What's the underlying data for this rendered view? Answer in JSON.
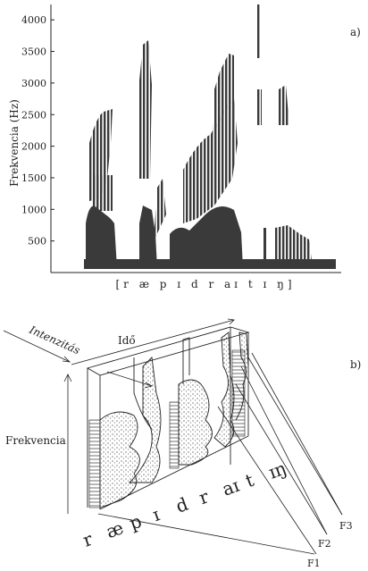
{
  "panel_a": {
    "label": "a)",
    "ylabel": "Frekvencia (Hz)",
    "yticks": [
      "500",
      "1000",
      "1500",
      "2000",
      "2500",
      "3000",
      "3500",
      "4000"
    ],
    "transcription": "[r æ p ɪ d r aɪ t ɪ ŋ]"
  },
  "panel_b": {
    "label": "b)",
    "axis_intensity": "Intenzitás",
    "axis_time": "Idő",
    "axis_frequency": "Frekvencia",
    "phonemes": [
      "r",
      "æ",
      "p",
      "ɪ",
      "d",
      "r",
      "aɪ",
      "t",
      "ɪŋ"
    ],
    "formants": [
      "F1",
      "F2",
      "F3"
    ]
  }
}
